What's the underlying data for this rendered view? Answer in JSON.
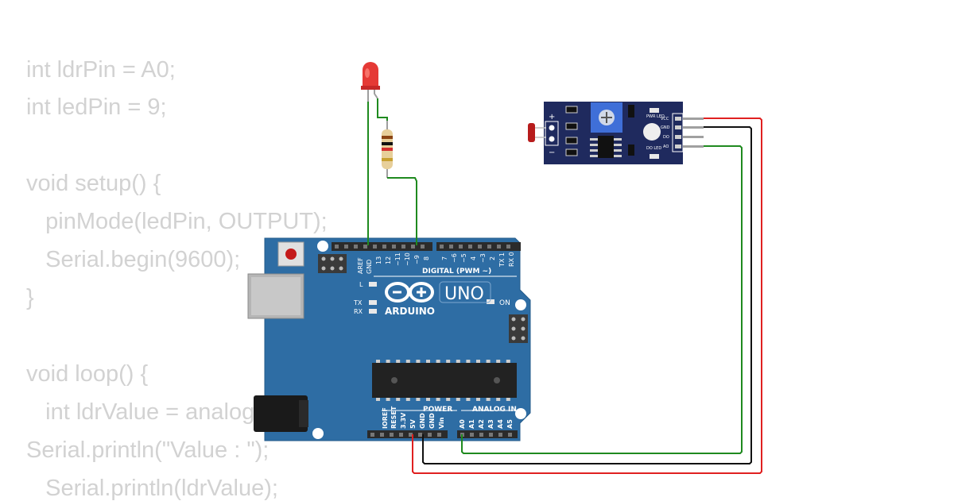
{
  "code_lines": [
    "int ldrPin = A0;",
    "int ledPin = 9;",
    "",
    "void setup() {",
    "   pinMode(ledPin, OUTPUT);",
    "   Serial.begin(9600);",
    "}",
    "",
    "void loop() {",
    "   int ldrValue = analogRead(ldrPin);",
    "Serial.println(\"Value : \");",
    "   Serial.println(ldrValue);"
  ],
  "arduino": {
    "brand": "ARDUINO",
    "model": "UNO",
    "on_label": "ON",
    "l_label": "L",
    "tx_label": "TX",
    "rx_label": "RX",
    "digital_label": "DIGITAL (PWM ~)",
    "power_label": "POWER",
    "analog_label": "ANALOG IN",
    "digital_pins_left": [
      "AREF",
      "GND",
      "13",
      "12",
      "~11",
      "~10",
      "~9",
      "8"
    ],
    "digital_pins_right": [
      "7",
      "~6",
      "~5",
      "4",
      "~3",
      "2",
      "TX 1",
      "RX 0"
    ],
    "power_pins": [
      "IOREF",
      "RESET",
      "3.3V",
      "5V",
      "GND",
      "GND",
      "Vin"
    ],
    "analog_pins": [
      "A0",
      "A1",
      "A2",
      "A3",
      "A4",
      "A5"
    ]
  },
  "sensor_module": {
    "plus": "+",
    "minus": "−",
    "pwr_led": "PWR LED",
    "do_led": "DO LED",
    "pins": [
      "VCC",
      "GND",
      "DO",
      "AO"
    ]
  },
  "colors": {
    "board": "#2e6da4",
    "wire_red": "#e02020",
    "wire_black": "#111111",
    "wire_green": "#1f8a1f",
    "led": "#e53935",
    "code_text": "#d2d2d2"
  }
}
